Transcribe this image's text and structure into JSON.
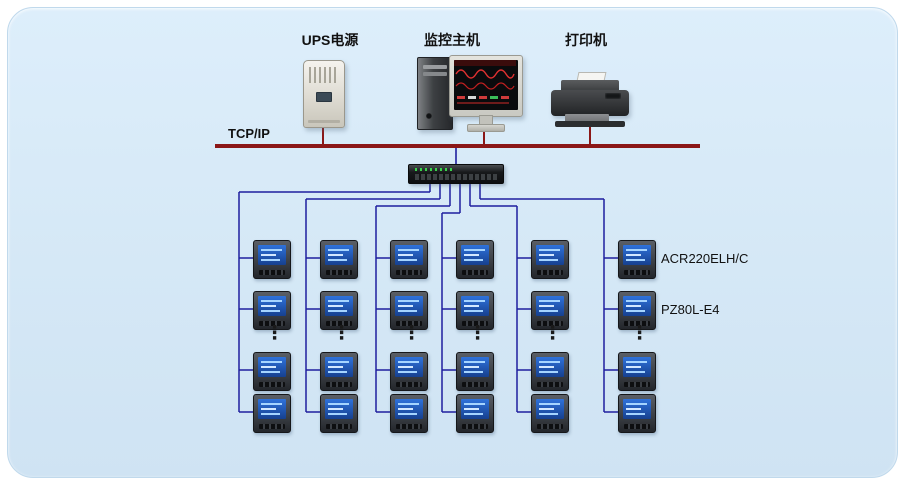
{
  "panel": {
    "background": "#d5e8f6",
    "border": "#c0d9ec"
  },
  "devices": {
    "ups": {
      "label": "UPS电源"
    },
    "host": {
      "label": "监控主机"
    },
    "printer": {
      "label": "打印机"
    }
  },
  "network": {
    "bus_label": "TCP/IP",
    "bus_color": "#8b1717",
    "line_color": "#1f1f9f"
  },
  "meters": {
    "columns": 6,
    "visible_rows_per_column": 4,
    "ellipsis": "⋮",
    "labels": [
      {
        "text": "ACR220ELH/C"
      },
      {
        "text": "PZ80L-E4"
      }
    ]
  }
}
